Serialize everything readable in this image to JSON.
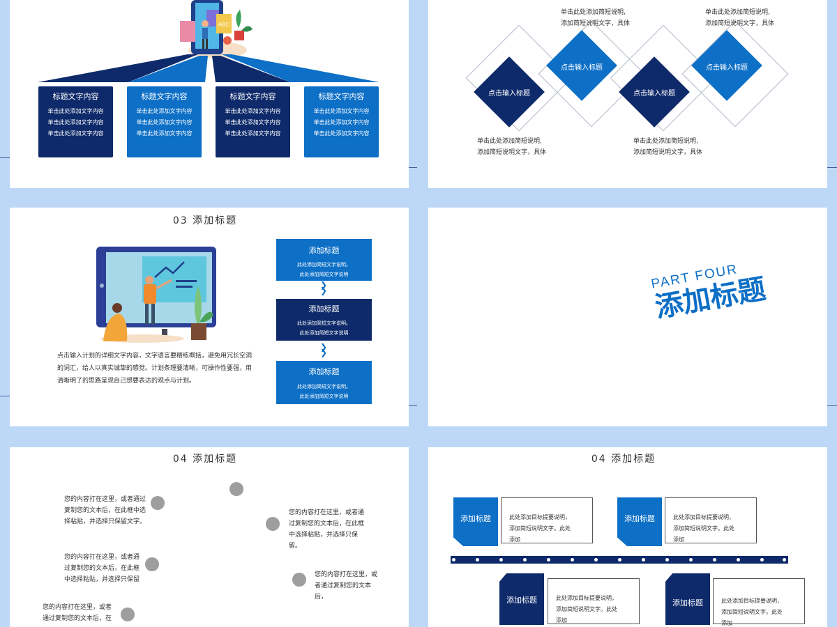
{
  "slide1": {
    "boxes": [
      {
        "title": "标题文字内容",
        "lines": [
          "单击此处添加文字内容",
          "单击此处添加文字内容",
          "单击此处添加文字内容"
        ]
      },
      {
        "title": "标题文字内容",
        "lines": [
          "单击此处添加文字内容",
          "单击此处添加文字内容",
          "单击此处添加文字内容"
        ]
      },
      {
        "title": "标题文字内容",
        "lines": [
          "单击此处添加文字内容",
          "单击此处添加文字内容",
          "单击此处添加文字内容"
        ]
      },
      {
        "title": "标题文字内容",
        "lines": [
          "单击此处添加文字内容",
          "单击此处添加文字内容",
          "单击此处添加文字内容"
        ]
      }
    ],
    "phone_sign": "ABC"
  },
  "slide2": {
    "diamonds": [
      "点击输入标题",
      "点击输入标题",
      "点击输入标题",
      "点击输入标题"
    ],
    "notes_top": [
      {
        "l1": "单击此处添加简短说明,",
        "l2": "添加简短说明文字，具体"
      },
      {
        "l1": "单击此处添加简短说明,",
        "l2": "添加简短说明文字，具体"
      }
    ],
    "notes_bottom": [
      {
        "l1": "单击此处添加简短说明,",
        "l2": "添加简短说明文字，具体"
      },
      {
        "l1": "单击此处添加简短说明,",
        "l2": "添加简短说明文字，具体"
      }
    ]
  },
  "slide3": {
    "title": "03 添加标题",
    "paragraph": [
      "点击输入计划的详细文字内容，文字语言要精练概括，避免用冗长空洞",
      "的词汇，给人以真实诚挚的感觉。计划条理要清晰，可操作性要强，用",
      "清晰明了的思路呈现自己想要表达的观点与计划。"
    ],
    "steps": [
      {
        "title": "添加标题",
        "l1": "此处添加简短文字说明。",
        "l2": "此处添加简短文字说明"
      },
      {
        "title": "添加标题",
        "l1": "此处添加简短文字说明。",
        "l2": "此处添加简短文字说明"
      },
      {
        "title": "添加标题",
        "l1": "此处添加简短文字说明。",
        "l2": "此处添加简短文字说明"
      }
    ]
  },
  "slide4": {
    "part": "PART FOUR",
    "title": "添加标题"
  },
  "slide5": {
    "title": "04 添加标题",
    "items": [
      {
        "l1": "您的内容打在这里，或者通过",
        "l2": "复制您的文本后，在此框中选",
        "l3": "择粘贴，并选择只保留文字。"
      },
      {
        "l1": "您的内容打在这里，或者通",
        "l2": "过复制您的文本后，在此框",
        "l3": "中选择粘贴，并选择只保留"
      },
      {
        "l1": "您的内容打在这里，或者",
        "l2": "通过复制您的文本后，在",
        "l3": ""
      },
      {
        "l1": "您的内容打在这里，或者通",
        "l2": "过复制您的文本后，在此框",
        "l3": "中选择粘贴，并选择只保",
        "l4": "留。"
      },
      {
        "l1": "您的内容打在这里，或",
        "l2": "者通过复制您的文本",
        "l3": "后，"
      }
    ]
  },
  "slide6": {
    "title": "04 添加标题",
    "cards": [
      {
        "label": "添加标题",
        "l1": "此处添加目标提要说明，",
        "l2": "添加简短说明文字。此处",
        "l3": "添加"
      },
      {
        "label": "添加标题",
        "l1": "此处添加目标提要说明，",
        "l2": "添加简短说明文字。此处",
        "l3": "添加"
      },
      {
        "label": "添加标题",
        "l1": "此处添加目标提要说明，",
        "l2": "添加简短说明文字。此处",
        "l3": "添加"
      },
      {
        "label": "添加标题",
        "l1": "此处添加目标提要说明，",
        "l2": "添加简短说明文字。此处",
        "l3": "添加"
      }
    ]
  },
  "colors": {
    "navy": "#0e2a6a",
    "blue": "#0d6fc6",
    "background": "#bcd8f6"
  }
}
